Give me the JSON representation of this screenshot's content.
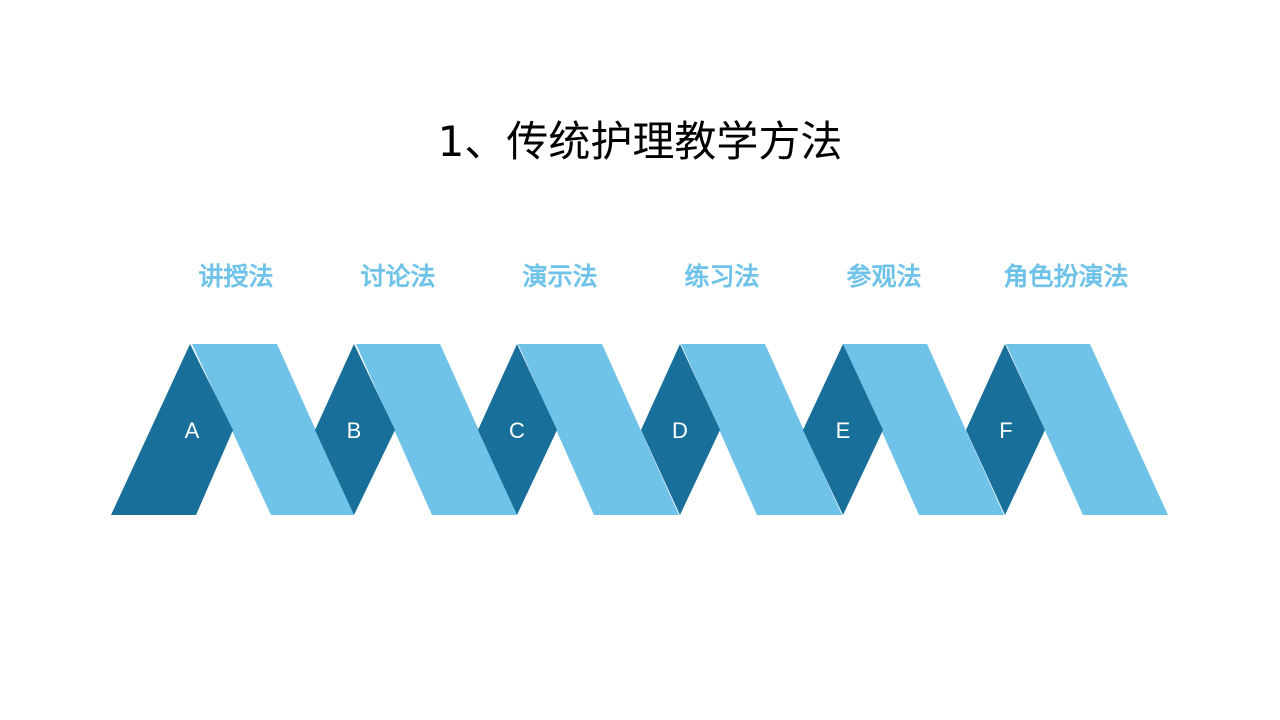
{
  "title": "1、传统护理教学方法",
  "colors": {
    "light_blue": "#6fc2e8",
    "dark_blue": "#18709a",
    "letter": "#ffffff",
    "title": "#000000"
  },
  "methods": [
    {
      "label": "讲授法",
      "letter": "A"
    },
    {
      "label": "讨论法",
      "letter": "B"
    },
    {
      "label": "演示法",
      "letter": "C"
    },
    {
      "label": "练习法",
      "letter": "D"
    },
    {
      "label": "参观法",
      "letter": "E"
    },
    {
      "label": "角色扮演法",
      "letter": "F"
    }
  ]
}
